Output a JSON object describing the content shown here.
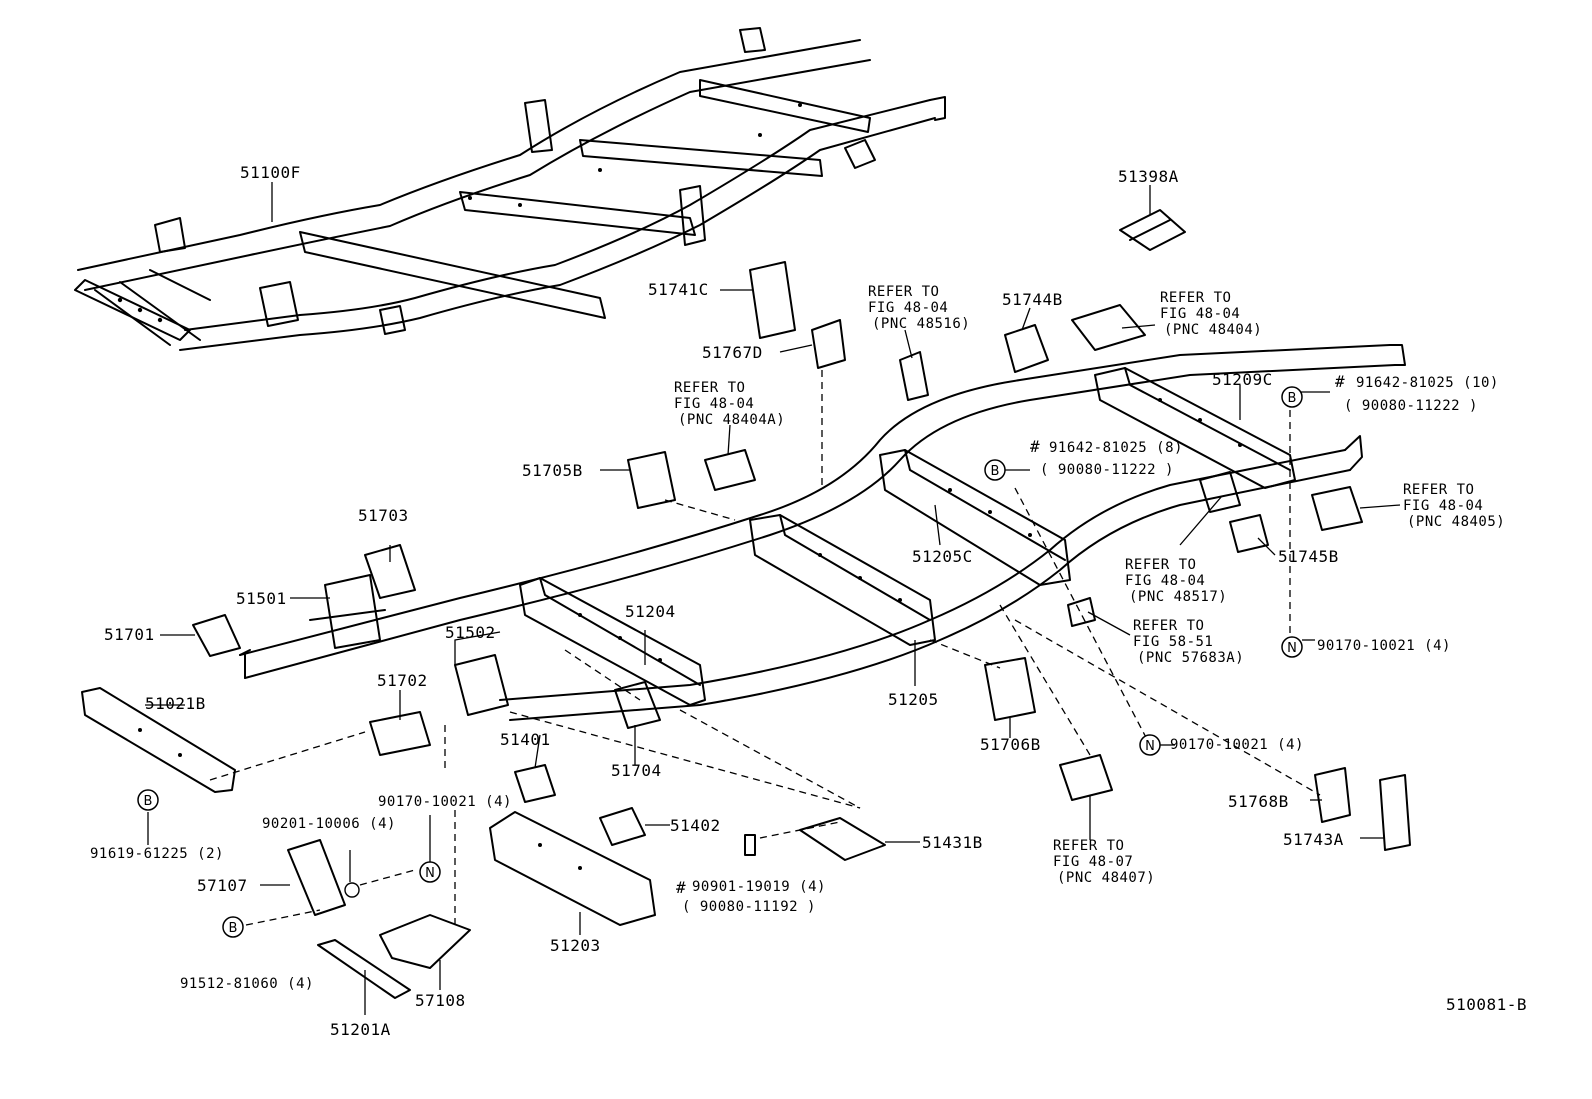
{
  "labels": {
    "p51100F": "51100F",
    "p51398A": "51398A",
    "p51741C": "51741C",
    "p51767D": "51767D",
    "p51744B": "51744B",
    "p51209C": "51209C",
    "p51705B": "51705B",
    "p51205C": "51205C",
    "p51745B": "51745B",
    "p51703": "51703",
    "p51501": "51501",
    "p51701": "51701",
    "p51502": "51502",
    "p51204": "51204",
    "p51205": "51205",
    "p51702": "51702",
    "p51021B": "51021B",
    "p51401": "51401",
    "p51704": "51704",
    "p51706B": "51706B",
    "p51402": "51402",
    "p51431B": "51431B",
    "p51768B": "51768B",
    "p51743A": "51743A",
    "p57107": "57107",
    "p51203": "51203",
    "p57108": "57108",
    "p51201A": "51201A",
    "n91619": "91619-61225 (2)",
    "n90201": "90201-10006 (4)",
    "n90170a": "90170-10021 (4)",
    "n90170b": "90170-10021 (4)",
    "n90170c": "90170-10021 (4)",
    "n91512": "91512-81060 (4)",
    "n90901": "90901-19019 (4)",
    "n90080_11192": "( 90080-11192 )",
    "n91642_10": "91642-81025 (10)",
    "n90080_11222a": "( 90080-11222 )",
    "n91642_8": "91642-81025 (8)",
    "n90080_11222b": "( 90080-11222 )",
    "hash": "#",
    "figure_code": "510081-B"
  },
  "refs": {
    "r48516": [
      "REFER TO",
      "FIG 48-04",
      "(PNC 48516)"
    ],
    "r48404": [
      "REFER TO",
      "FIG 48-04",
      "(PNC 48404)"
    ],
    "r48404A": [
      "REFER TO",
      "FIG 48-04",
      "(PNC 48404A)"
    ],
    "r48405": [
      "REFER TO",
      "FIG 48-04",
      "(PNC 48405)"
    ],
    "r48517": [
      "REFER TO",
      "FIG 48-04",
      "(PNC 48517)"
    ],
    "r57683A": [
      "REFER TO",
      "FIG 58-51",
      "(PNC 57683A)"
    ],
    "r48407": [
      "REFER TO",
      "FIG 48-07",
      "(PNC 48407)"
    ]
  },
  "markers": {
    "bolt": "B",
    "nut": "N"
  }
}
